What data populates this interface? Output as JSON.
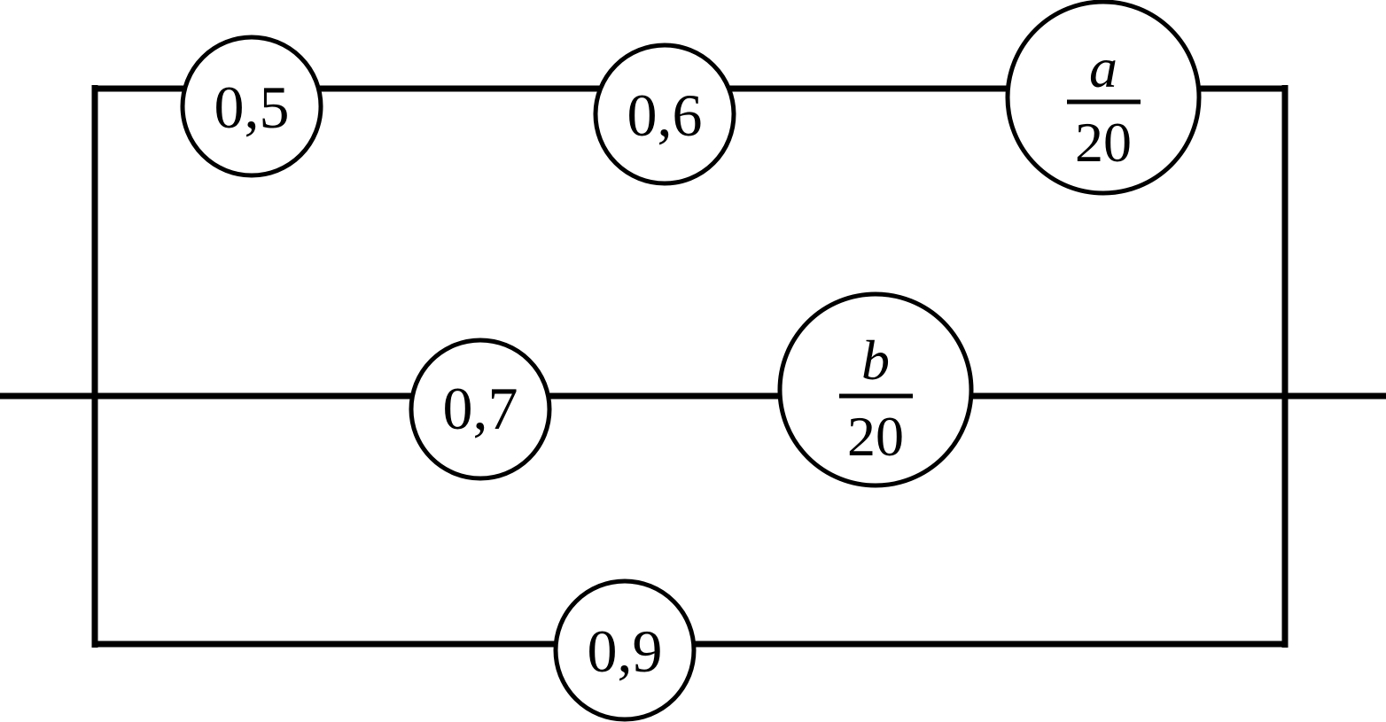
{
  "diagram": {
    "elements": {
      "top_1": {
        "label": "0,5"
      },
      "top_2": {
        "label": "0,6"
      },
      "top_3": {
        "numerator": "a",
        "denominator": "20"
      },
      "middle_1": {
        "label": "0,7"
      },
      "middle_2": {
        "numerator": "b",
        "denominator": "20"
      },
      "bottom_1": {
        "label": "0,9"
      }
    }
  }
}
